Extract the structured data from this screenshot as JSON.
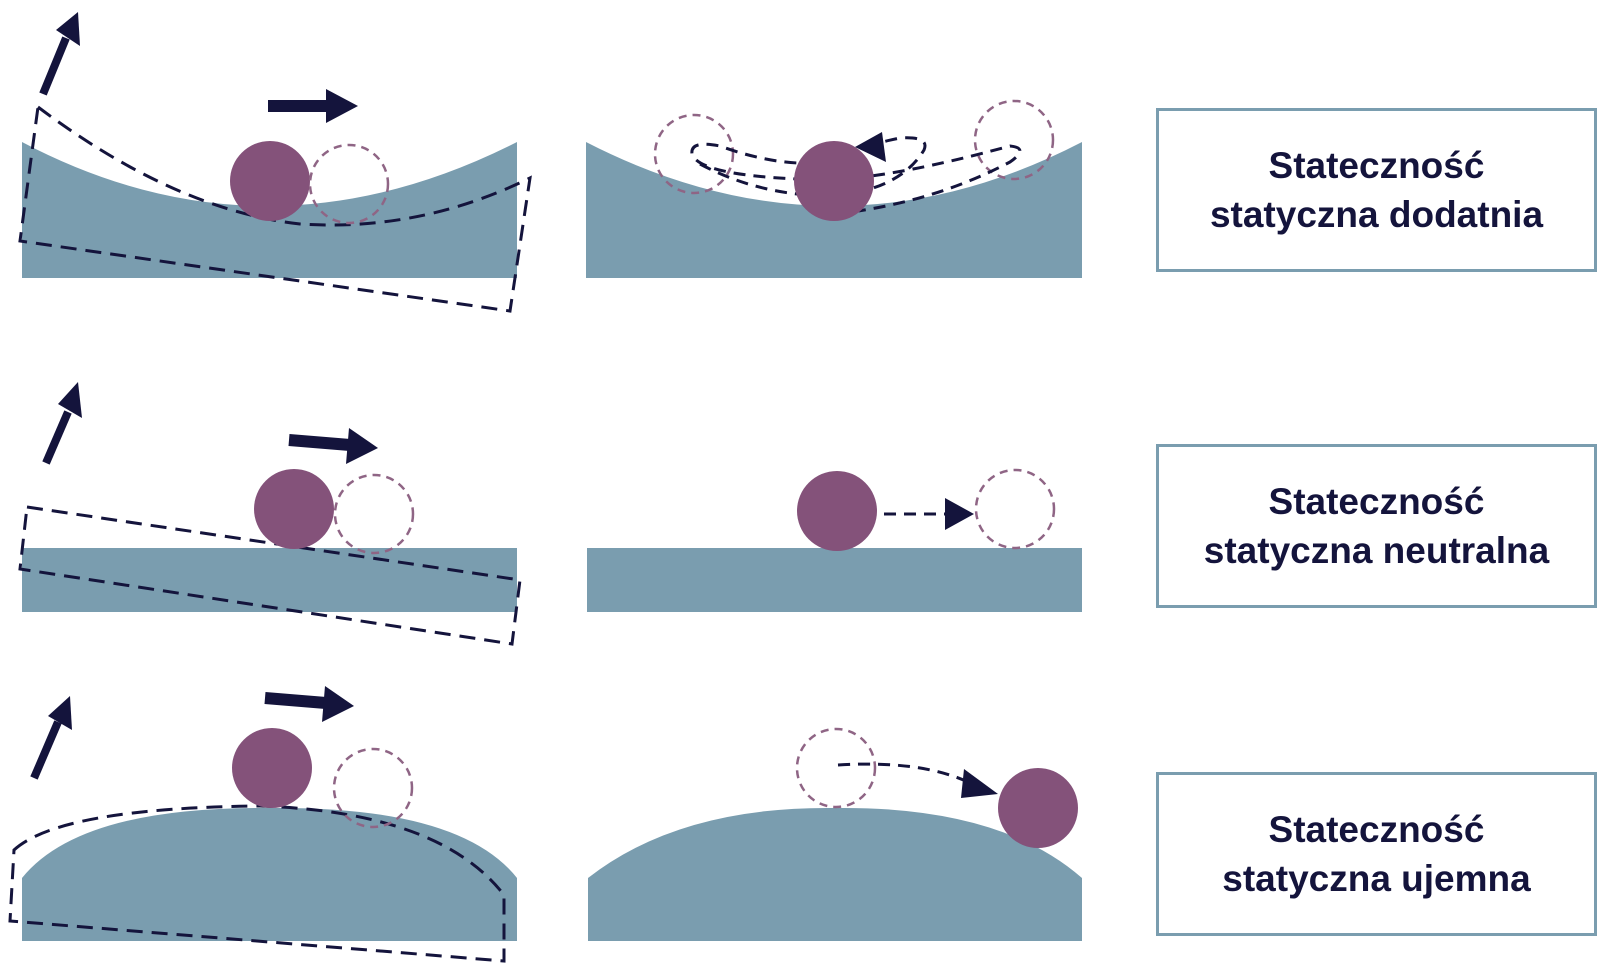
{
  "colors": {
    "surface": "#7a9daf",
    "ball": "#84527a",
    "arrow": "#14143c",
    "ghost_ball": "#8f6585",
    "box_border": "#7a9daf",
    "label_text": "#14143c",
    "background": "#ffffff"
  },
  "rows": [
    {
      "id": "positive",
      "shape": "concave",
      "label": {
        "line1": "Stateczność",
        "line2": "statyczna dodatnia"
      },
      "tilt_icon": "tilt-up-arrow-icon",
      "push_icon": "push-right-arrow-icon",
      "motion": "oscillation-around-equilibrium"
    },
    {
      "id": "neutral",
      "shape": "flat",
      "label": {
        "line1": "Stateczność",
        "line2": "statyczna neutralna"
      },
      "tilt_icon": "tilt-up-arrow-icon",
      "push_icon": "push-right-arrow-icon",
      "motion": "displacement-to-new-position"
    },
    {
      "id": "negative",
      "shape": "convex",
      "label": {
        "line1": "Stateczność",
        "line2": "statyczna ujemna"
      },
      "tilt_icon": "tilt-up-arrow-icon",
      "push_icon": "push-right-arrow-icon",
      "motion": "rolling-away-from-equilibrium"
    }
  ]
}
